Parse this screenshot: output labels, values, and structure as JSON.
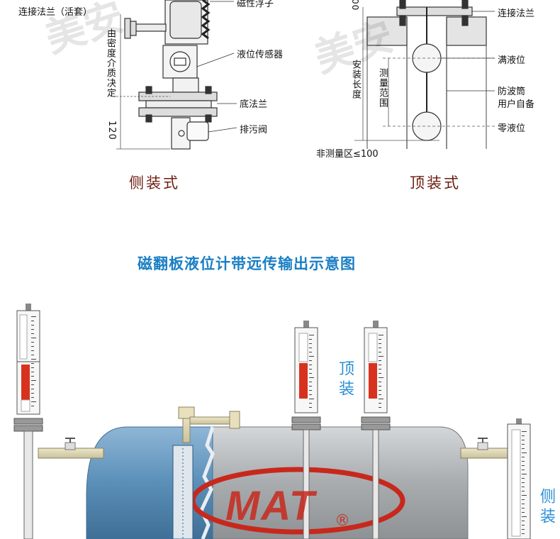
{
  "watermark": "美安",
  "side_mount_diagram": {
    "label_connect_flange": "连接法兰（活套）",
    "label_float": "磁性浮子",
    "label_sensor": "液位传感器",
    "label_bottom_flange": "底法兰",
    "label_drain_valve": "排污阀",
    "label_density": "由密度介质决定",
    "label_120": "120",
    "caption": "侧装式"
  },
  "top_mount_diagram": {
    "label_connect_flange": "连接法兰",
    "label_full_level": "满液位",
    "label_stilling_tube": "防波筒",
    "label_user_supplied": "用户自备",
    "label_zero_level": "零液位",
    "label_install_length": "安装长度",
    "label_measure_range": "测量范围",
    "label_non_measure": "非测量区≤100",
    "label_dim_top": "00",
    "caption": "顶装式"
  },
  "remote_section": {
    "title": "磁翻板液位计带远传输出示意图",
    "top_mount_label": "顶装",
    "side_mount_label": "侧装",
    "logo_text": "MAT",
    "logo_mark": "®"
  },
  "colors": {
    "title_blue": "#1a7fc4",
    "caption_red": "#6b1d0f",
    "tank_blue": "#5a8fb8",
    "tank_grey": "#a8acae",
    "indicator_red": "#d8321e",
    "logo_red": "#c8281c"
  }
}
